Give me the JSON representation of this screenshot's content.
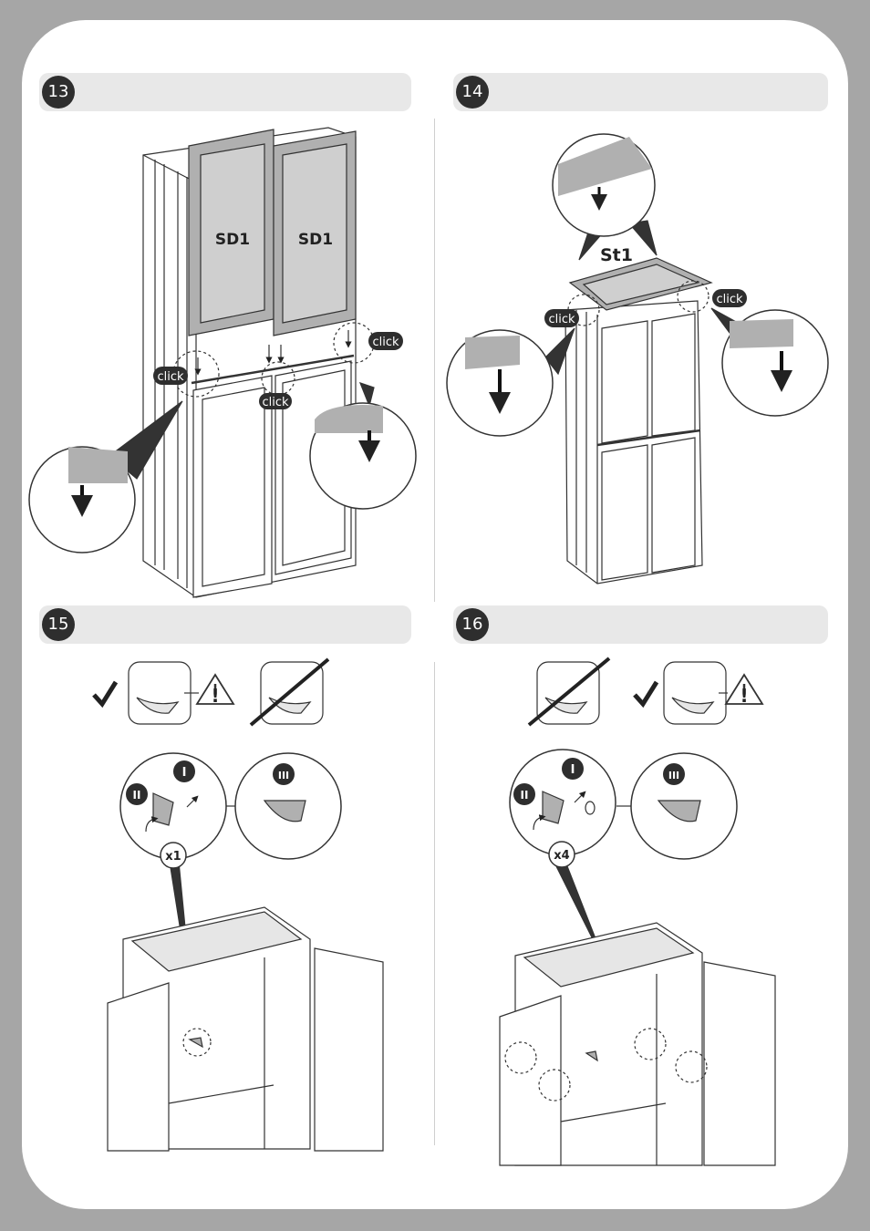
{
  "steps": [
    {
      "number": "13",
      "labels": {
        "panel_left": "SD1",
        "panel_right": "SD1",
        "click": "click"
      }
    },
    {
      "number": "14",
      "labels": {
        "top_panel": "St1",
        "click": "click"
      }
    },
    {
      "number": "15",
      "labels": {
        "roman_1": "I",
        "roman_2": "II",
        "roman_3": "III",
        "count": "x1"
      }
    },
    {
      "number": "16",
      "labels": {
        "roman_1": "I",
        "roman_2": "II",
        "roman_3": "III",
        "count": "x4"
      }
    }
  ],
  "icons": {
    "correct": "check-icon",
    "wrong": "cross-out-icon",
    "warning": "warning-triangle-icon"
  },
  "colors": {
    "background": "#a6a6a6",
    "sheet": "#ffffff",
    "step_bar": "#e8e8e8",
    "step_badge": "#2e2e2e",
    "panel_fill": "#b0b0b0"
  }
}
